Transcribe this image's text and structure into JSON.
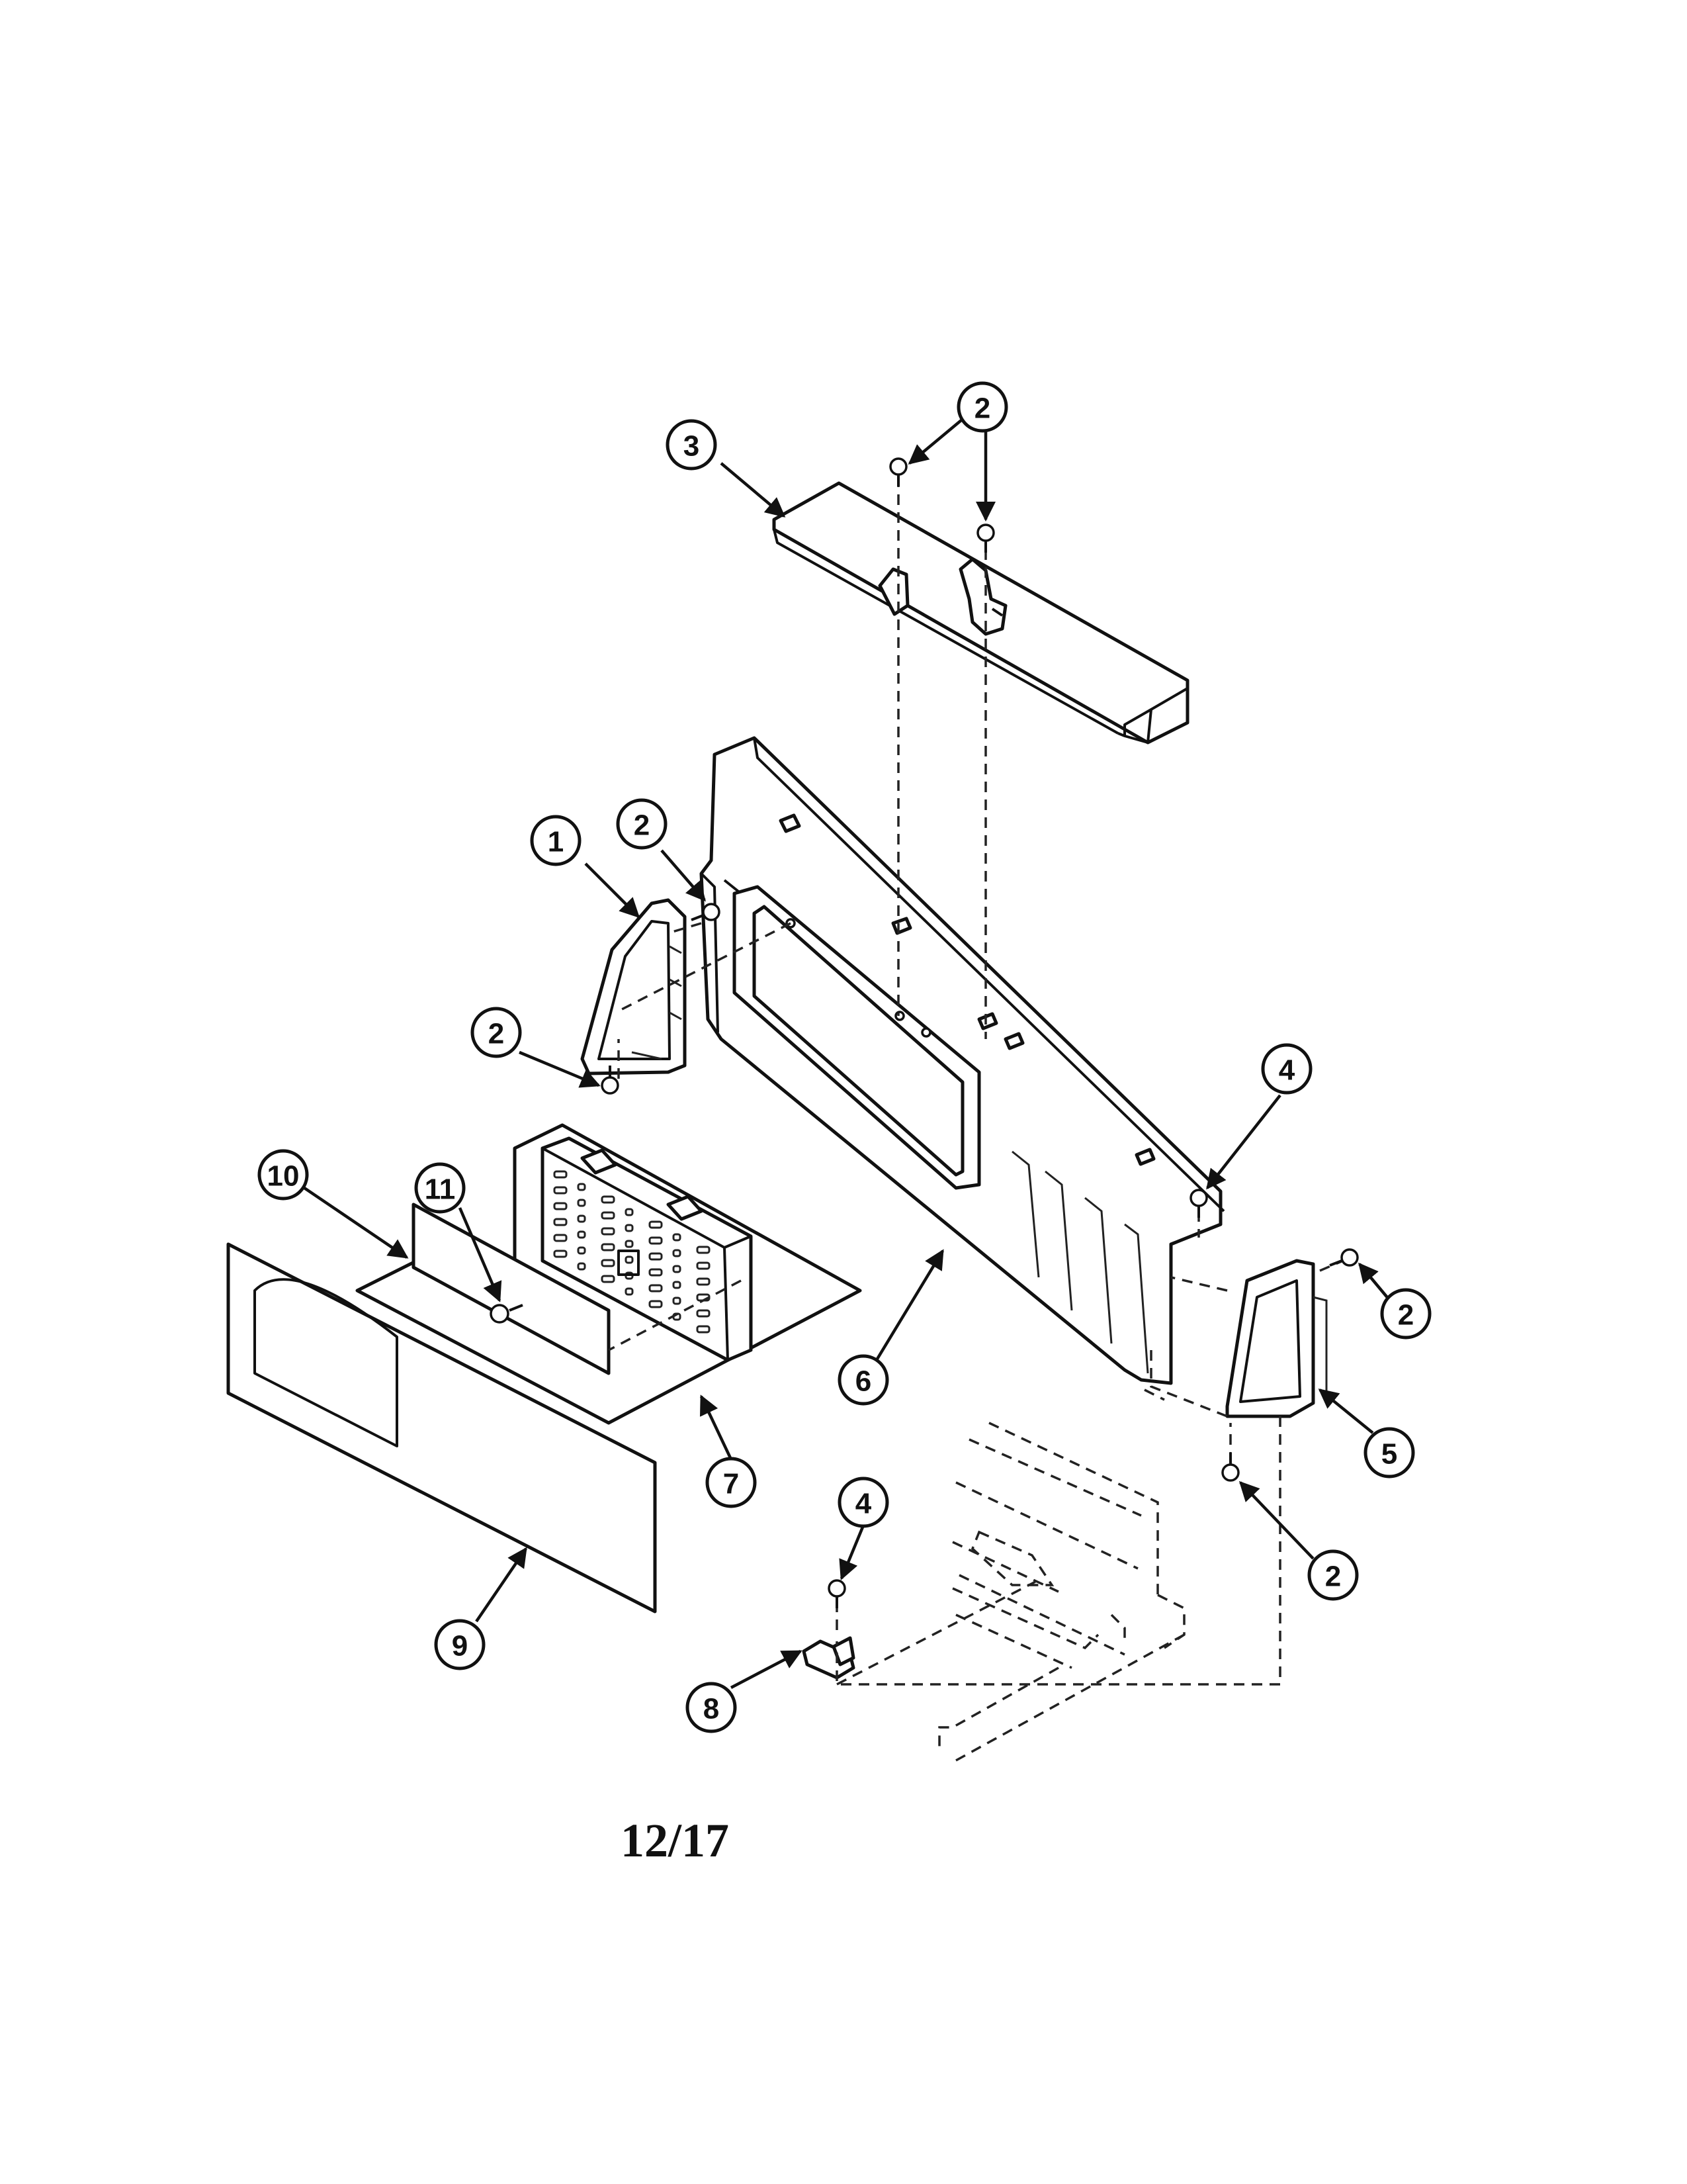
{
  "page_number": "12/17",
  "callouts": {
    "c1": "1",
    "c2a": "2",
    "c2b": "2",
    "c2c": "2",
    "c2d": "2",
    "c2e": "2",
    "c3": "3",
    "c4a": "4",
    "c4b": "4",
    "c5": "5",
    "c6": "6",
    "c7": "7",
    "c8": "8",
    "c9": "9",
    "c10": "10",
    "c11": "11"
  }
}
